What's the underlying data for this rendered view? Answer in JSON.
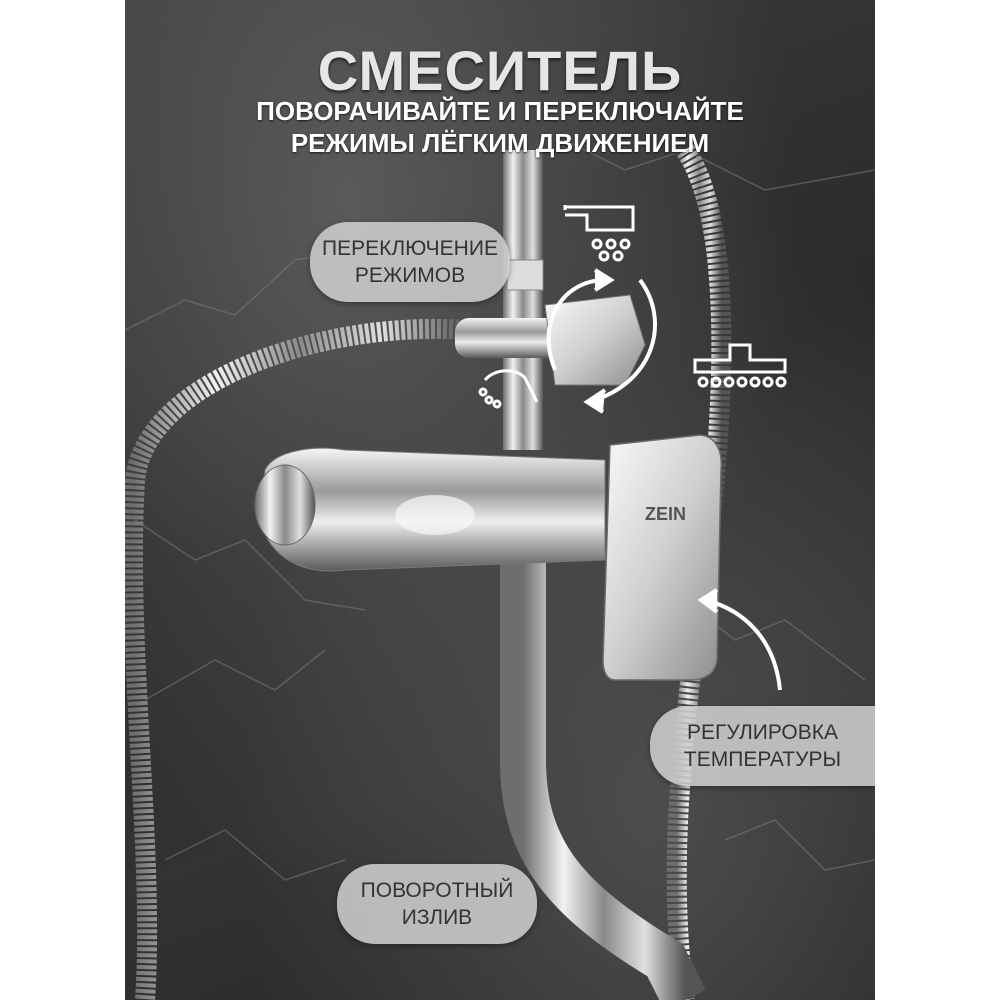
{
  "header": {
    "title": "СМЕСИТЕЛЬ",
    "subtitle_line1": "ПОВОРАЧИВАЙТЕ И ПЕРЕКЛЮЧАЙТЕ",
    "subtitle_line2": "РЕЖИМЫ ЛЁГКИМ ДВИЖЕНИЕМ"
  },
  "labels": {
    "mode_switch": "ПЕРЕКЛЮЧЕНИЕ\nРЕЖИМОВ",
    "temperature": "РЕГУЛИРОВКА\nТЕМПЕРАТУРЫ",
    "swivel_spout": "ПОВОРОТНЫЙ\nИЗЛИВ"
  },
  "brand": {
    "logo_text": "ZEIN"
  },
  "colors": {
    "background": "#2f2f2f",
    "label_bg": "#cdcdcd",
    "label_text": "#333333",
    "title_text": "#e6e6e6",
    "icon_white": "#ffffff"
  },
  "icons": [
    "overhead-shower-icon",
    "rain-shower-icon",
    "hand-shower-icon",
    "rotate-arrows-icon",
    "pointer-arrow-icon"
  ]
}
